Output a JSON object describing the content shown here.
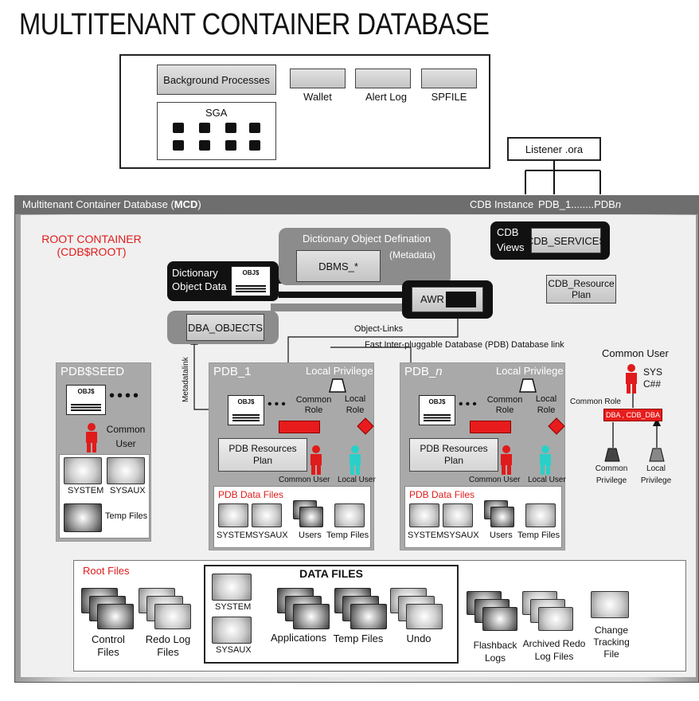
{
  "title": "MULTITENANT CONTAINER DATABASE",
  "instance": {
    "background_processes": "Background Processes",
    "sga": "SGA",
    "wallet": "Wallet",
    "alert_log": "Alert Log",
    "spfile": "SPFILE"
  },
  "listener": {
    "label": "Listener .ora",
    "cdb_instance": "CDB Instance",
    "pdb_range_a": "PDB_1........PDB",
    "pdb_range_n": "n"
  },
  "mcd": {
    "header_prefix": "Multitenant Container Database (",
    "header_bold": "MCD",
    "header_suffix": ")",
    "root_container_line1": "ROOT CONTAINER",
    "root_container_line2": "(CDB$ROOT)",
    "dictionary_object_definition": "Dictionary Object Defination",
    "metadata": "(Metadata)",
    "dbms": "DBMS_*",
    "dictionary_object_data": "Dictionary Object Data",
    "objs": "OBJ$",
    "awr": "AWR",
    "dba_objects": "DBA_OBJECTS",
    "cdb_views": "CDB Views",
    "cdb_services": "CDB_SERVICES",
    "cdb_resource_plan": "CDB_Resource Plan",
    "object_links": "Object-Links",
    "fast_link": "Fast Inter-pluggable Database (PDB) Database link",
    "metadatalink": "Metadatalink"
  },
  "seed": {
    "title": "PDB$SEED",
    "common_user": "Common User",
    "system": "SYSTEM",
    "sysaux": "SYSAUX",
    "temp_files": "Temp Files"
  },
  "pdbs": [
    {
      "name": "PDB_1",
      "name_italic": "",
      "local_privilege": "Local Privilege",
      "common_role": "Common Role",
      "local_role": "Local Role",
      "resources_plan": "PDB Resources Plan",
      "common_user": "Common User",
      "local_user": "Local User",
      "data_files_title": "PDB Data Files",
      "system": "SYSTEM",
      "sysaux": "SYSAUX",
      "users": "Users",
      "temp_files": "Temp Files"
    },
    {
      "name": "PDB_",
      "name_italic": "n",
      "local_privilege": "Local Privilege",
      "common_role": "Common Role",
      "local_role": "Local Role",
      "resources_plan": "PDB Resources Plan",
      "common_user": "Common User",
      "local_user": "Local User",
      "data_files_title": "PDB Data Files",
      "system": "SYSTEM",
      "sysaux": "SYSAUX",
      "users": "Users",
      "temp_files": "Temp Files"
    }
  ],
  "common_user_panel": {
    "title": "Common User",
    "sys": "SYS",
    "c_hash": "C##",
    "common_role": "Common Role",
    "dba_role": "DBA , CDB_DBA",
    "common_privilege": "Common Privilege",
    "local_privilege": "Local Privilege"
  },
  "root_files": {
    "title": "Root Files",
    "control_files": "Control Files",
    "redo_log_files": "Redo Log Files",
    "data_files_title": "DATA FILES",
    "system": "SYSTEM",
    "sysaux": "SYSAUX",
    "applications": "Applications",
    "temp_files": "Temp Files",
    "undo": "Undo",
    "flashback_logs": "Flashback Logs",
    "archived_redo": "Archived Redo Log Files",
    "change_tracking": "Change Tracking File"
  },
  "colors": {
    "accent_red": "#e01b1b",
    "local_user_cyan": "#2ad0c8",
    "panel_dark": "#111111",
    "panel_gray": "#8c8c8c"
  }
}
